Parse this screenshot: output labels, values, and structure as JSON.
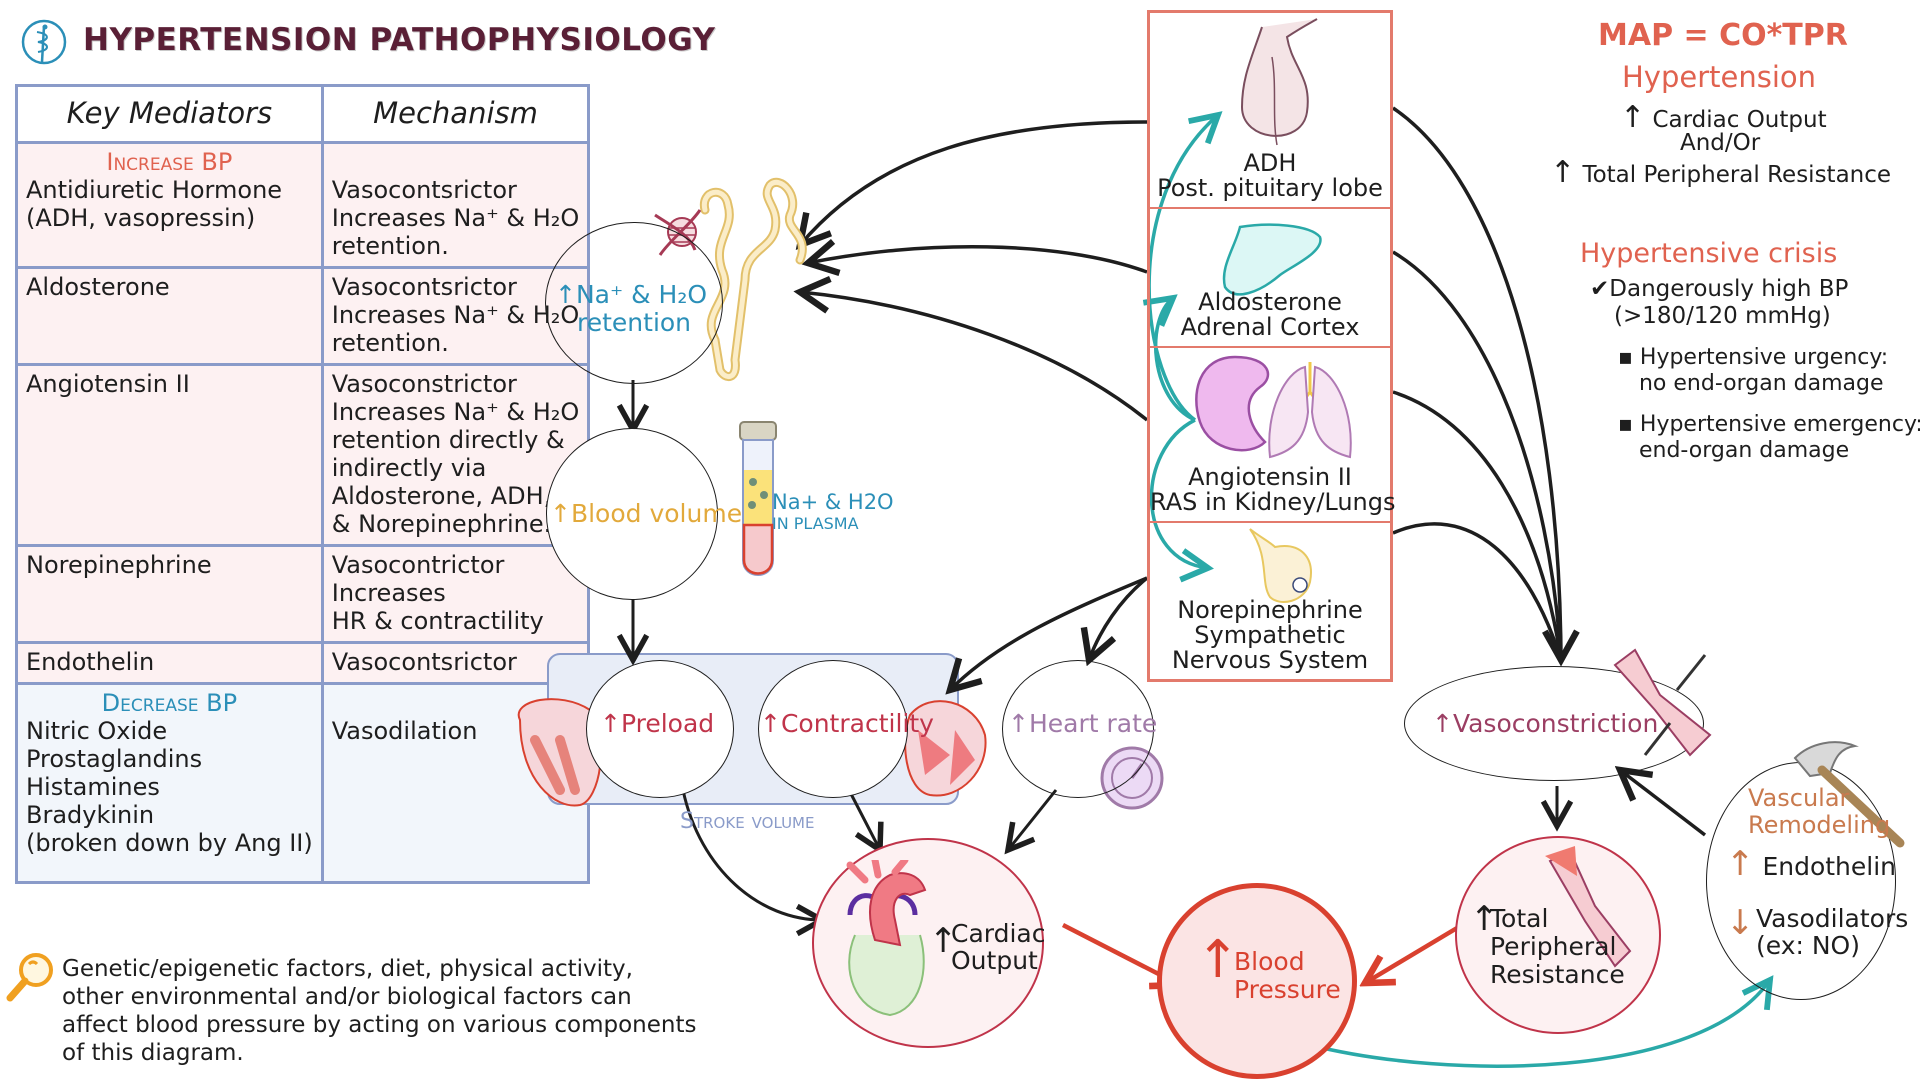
{
  "header": {
    "title": "HYPERTENSION PATHOPHYSIOLOGY",
    "logo_icon": "caduceus-icon"
  },
  "table": {
    "headers": [
      "Key Mediators",
      "Mechanism"
    ],
    "increase_label": "Increase BP",
    "decrease_label": "Decrease BP",
    "increase_rows": [
      {
        "mediator": [
          "Antidiuretic Hormone",
          "(ADH, vasopressin)"
        ],
        "mechanism": [
          "Vasocontsrictor",
          "Increases Na⁺ & H₂O",
          "retention."
        ]
      },
      {
        "mediator": [
          "Aldosterone"
        ],
        "mechanism": [
          "Vasocontsrictor",
          "Increases Na⁺ & H₂O",
          "retention."
        ]
      },
      {
        "mediator": [
          "Angiotensin II"
        ],
        "mechanism": [
          "Vasoconstrictor",
          "Increases Na⁺ & H₂O",
          "retention directly &",
          "indirectly via",
          "Aldosterone, ADH,",
          "& Norepinephrine."
        ]
      },
      {
        "mediator": [
          "Norepinephrine"
        ],
        "mechanism": [
          "Vasocontrictor",
          "Increases",
          "HR & contractility"
        ]
      },
      {
        "mediator": [
          "Endothelin"
        ],
        "mechanism": [
          "Vasocontsrictor"
        ]
      }
    ],
    "decrease_row": {
      "mediator": [
        "Nitric Oxide",
        "Prostaglandins",
        "Histamines",
        "Bradykinin",
        " (broken down by Ang II)"
      ],
      "mechanism": [
        "Vasodilation"
      ]
    }
  },
  "footnote": {
    "icon": "magnifier-icon",
    "lines": [
      "Genetic/epigenetic factors, diet, physical activity,",
      "other environmental and/or biological factors can",
      "affect blood pressure by acting on various components",
      "of this diagram."
    ]
  },
  "organs": [
    {
      "icon": "pituitary-icon",
      "lines": [
        "ADH",
        "Post. pituitary lobe"
      ]
    },
    {
      "icon": "adrenal-gland-icon",
      "lines": [
        "Aldosterone",
        "Adrenal Cortex"
      ]
    },
    {
      "icon": "kidney-lungs-icon",
      "lines": [
        "Angiotensin II",
        "RAS in Kidney/Lungs"
      ]
    },
    {
      "icon": "sympathetic-ganglion-icon",
      "lines": [
        "Norepinephrine",
        "Sympathetic",
        "Nervous System"
      ]
    }
  ],
  "nodes": {
    "retention": {
      "arrow": "↑",
      "lines": [
        "Na⁺ & H₂O",
        "retention"
      ]
    },
    "blood_volume": {
      "arrow": "↑",
      "text": "Blood volume"
    },
    "plasma_label": [
      "Na+ & H2O",
      "IN PLASMA"
    ],
    "preload": {
      "arrow": "↑",
      "text": "Preload"
    },
    "contractility": {
      "arrow": "↑",
      "text": "Contractility"
    },
    "heart_rate": {
      "arrow": "↑",
      "text": "Heart rate"
    },
    "stroke_volume": "Stroke volume",
    "cardiac_output": {
      "arrow": "↑",
      "lines": [
        "Cardiac",
        "Output"
      ]
    },
    "blood_pressure": {
      "arrow": "↑",
      "lines": [
        "Blood",
        "Pressure"
      ]
    },
    "tpr": {
      "arrow": "↑",
      "lines": [
        "Total",
        "Peripheral",
        "Resistance"
      ]
    },
    "vasoconstriction": {
      "arrow": "↑",
      "text": "Vasoconstriction"
    },
    "remodeling": {
      "title": [
        "Vascular",
        "Remodeling"
      ],
      "up": {
        "arrow": "↑",
        "text": "Endothelin"
      },
      "down": {
        "arrow": "↓",
        "lines": [
          "Vasodilators",
          "(ex: NO)"
        ]
      }
    }
  },
  "info": {
    "formula": "MAP = CO*TPR",
    "hypertension_title": "Hypertension",
    "hypertension_lines": [
      {
        "arrow": "↑",
        "text": "Cardiac Output"
      },
      {
        "arrow": "",
        "text": "And/Or"
      },
      {
        "arrow": "↑",
        "text": "Total Peripheral Resistance"
      }
    ],
    "crisis_title": "Hypertensive crisis",
    "crisis_check": "✔",
    "crisis_lines": [
      "Dangerously high BP",
      "(>180/120 mmHg)"
    ],
    "crisis_bullets": [
      [
        "Hypertensive urgency:",
        "no end-organ damage"
      ],
      [
        "Hypertensive emergency:",
        "end-organ damage"
      ]
    ]
  },
  "colors": {
    "title": "#5a1f36",
    "table_border": "#8a9bc9",
    "increase": "#e0624f",
    "decrease": "#2b8fb8",
    "organ_border": "#e37a6c",
    "teal_arrow": "#2aa9a8",
    "bp_red": "#d9412f",
    "crimson": "#c0344a",
    "purple": "#a07aa8",
    "gold": "#e2a93b",
    "remodel_brown": "#c97a4e",
    "vaso": "#9b3e63"
  }
}
